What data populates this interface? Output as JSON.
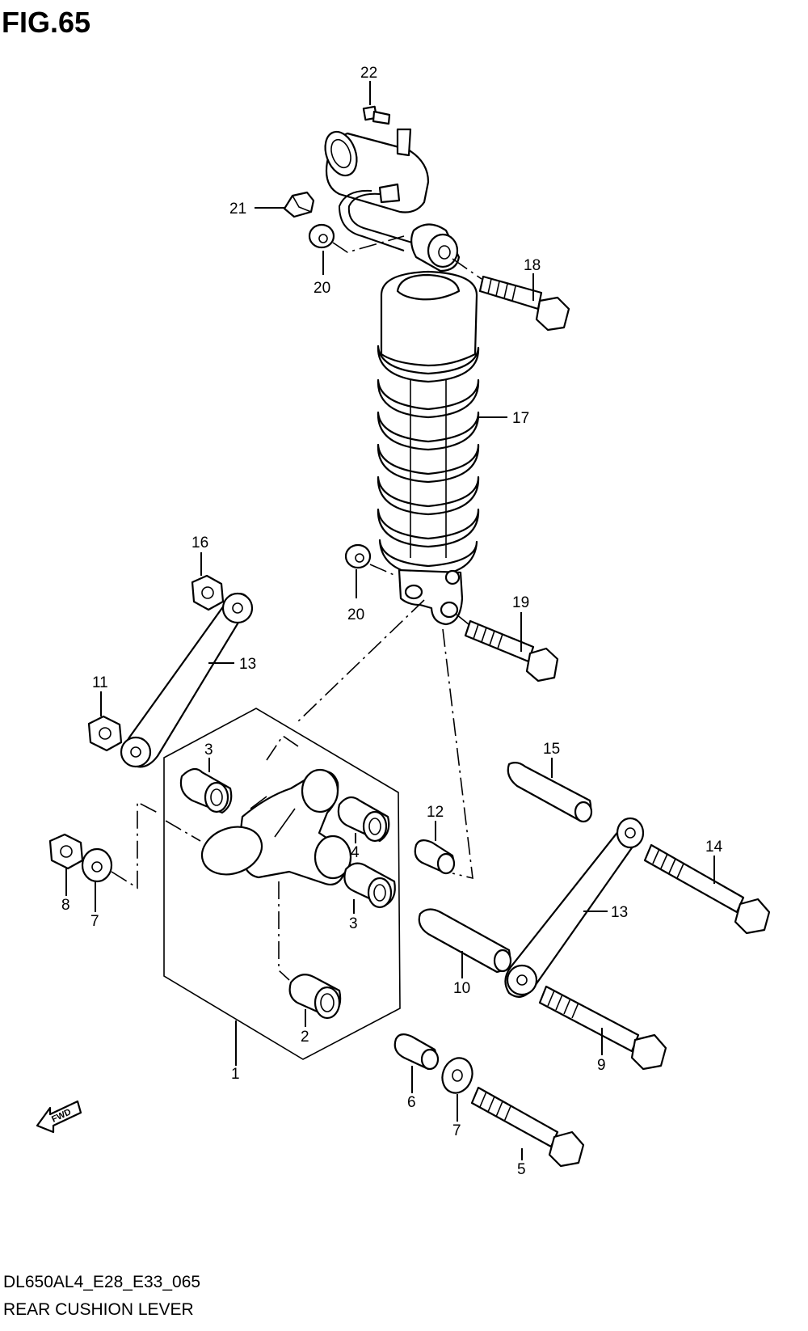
{
  "figure_label": "FIG.65",
  "model_code": "DL650AL4_E28_E33_065",
  "section_title": "REAR CUSHION LEVER",
  "fwd_label": "FWD",
  "callouts": [
    "22",
    "21",
    "20",
    "18",
    "17",
    "16",
    "13",
    "20",
    "19",
    "11",
    "3",
    "15",
    "12",
    "4",
    "14",
    "8",
    "7",
    "3",
    "13",
    "10",
    "2",
    "9",
    "1",
    "6",
    "7",
    "5"
  ]
}
